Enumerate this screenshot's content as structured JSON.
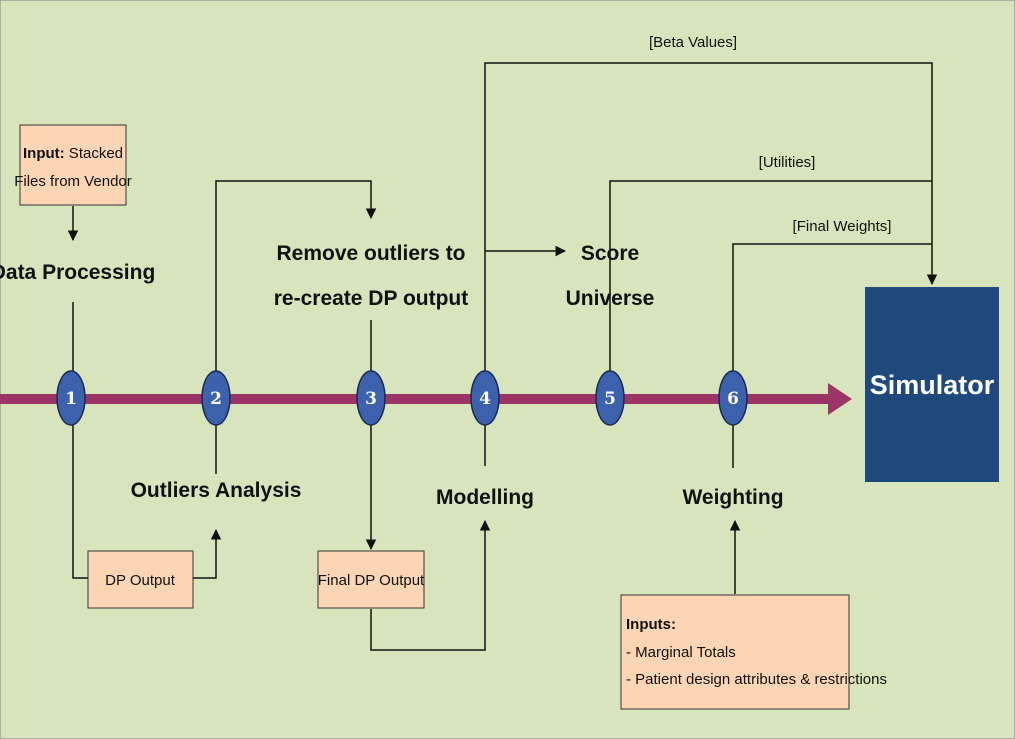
{
  "colors": {
    "background": "#d8e4bc",
    "timeline": "#9b3566",
    "node_fill": "#3c62ad",
    "box_fill": "#fcd5b5",
    "simulator_fill": "#1f497d"
  },
  "input_box": {
    "bold": "Input:",
    "line1_rest": " Stacked",
    "line2": "Files from Vendor"
  },
  "stages": {
    "data_processing": "Data Processing",
    "outliers_analysis": "Outliers Analysis",
    "remove_outliers_line1": "Remove outliers to",
    "remove_outliers_line2": "re-create DP output",
    "modelling": "Modelling",
    "score_line1": "Score",
    "score_line2": "Universe",
    "weighting": "Weighting"
  },
  "nodes": [
    "1",
    "2",
    "3",
    "4",
    "5",
    "6"
  ],
  "boxes": {
    "dp_output": "DP Output",
    "final_dp_output": "Final DP Output"
  },
  "inputs_box": {
    "title": "Inputs:",
    "item1": "- Marginal Totals",
    "item2": "- Patient design attributes & restrictions"
  },
  "edge_labels": {
    "beta": "[Beta Values]",
    "utilities": "[Utilities]",
    "final_weights": "[Final Weights]"
  },
  "simulator": "Simulator"
}
